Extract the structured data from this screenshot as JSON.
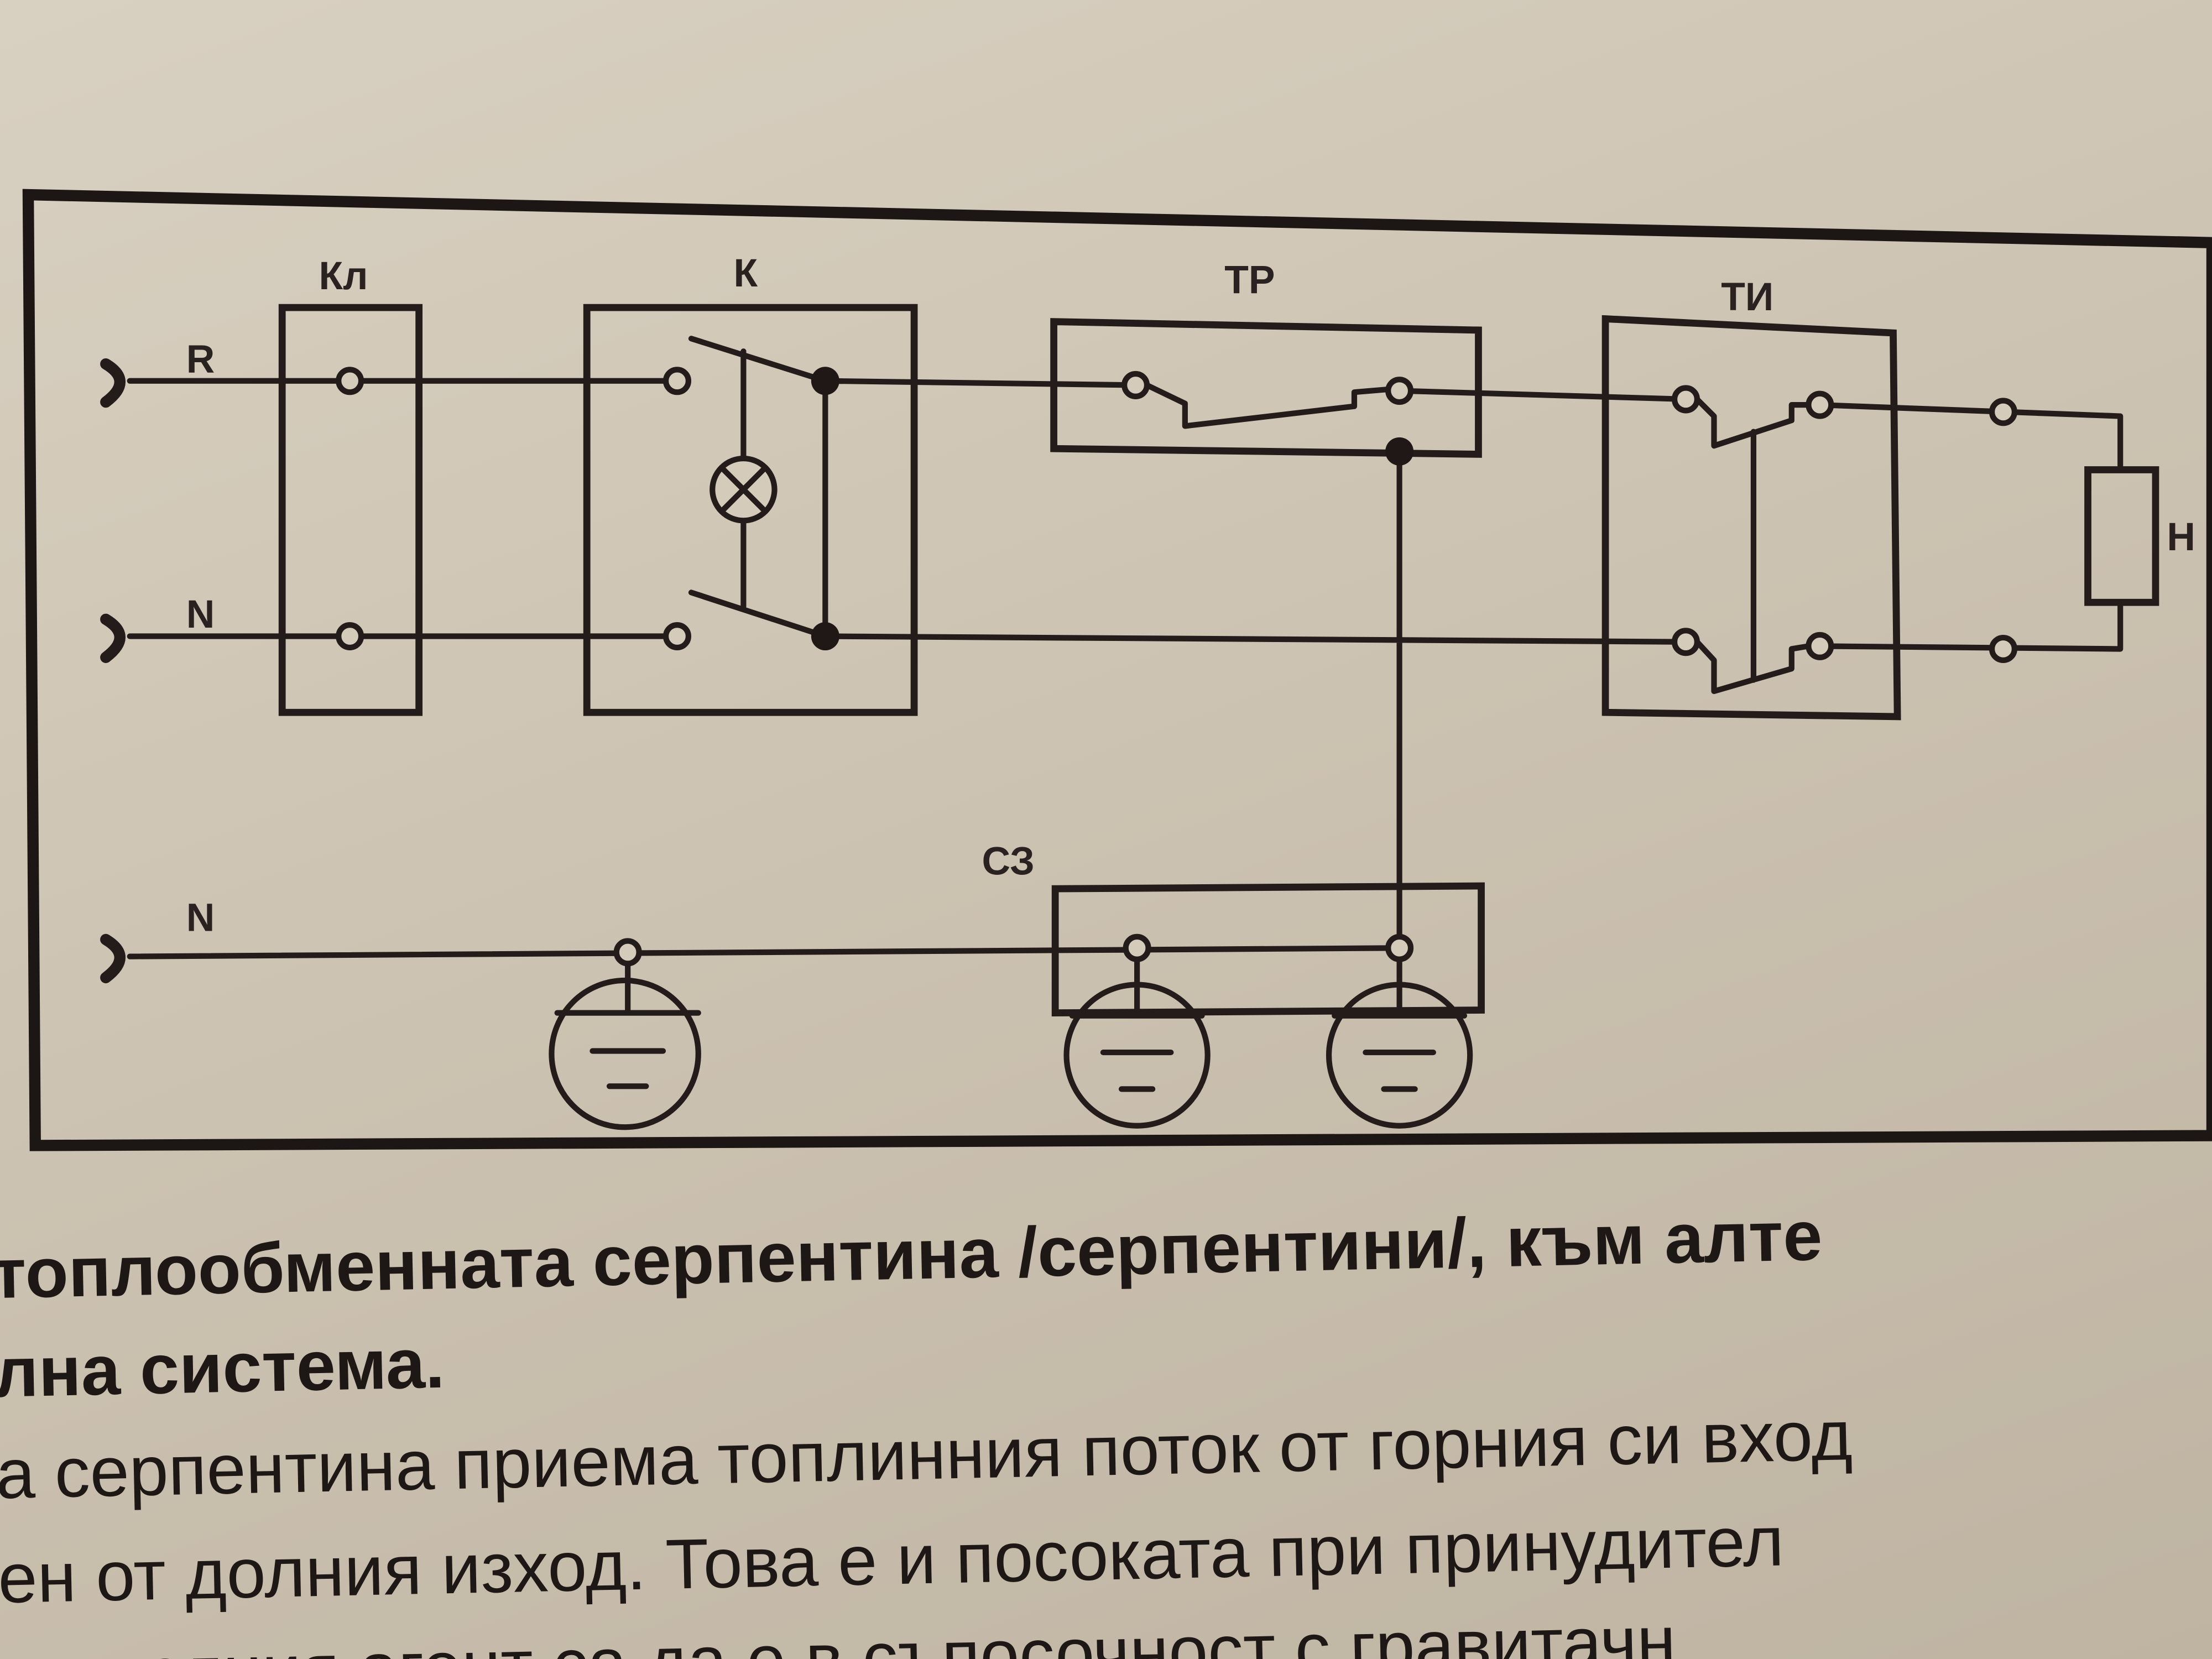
{
  "diagram": {
    "labels": {
      "switch_kl": "Кл",
      "switch_k": "К",
      "thermoregulator": "ТР",
      "thermo_limiter": "ТИ",
      "heater": "Н",
      "input_r": "R",
      "input_n": "N",
      "input_n2": "N",
      "protection": "СЗ"
    }
  },
  "text": {
    "heading_line1": "топлообменната  серпентина  /серпентини/, към алте",
    "heading_line2": "лна система.",
    "body_line1": "а серпентина приема  топлинния поток от горния си вход",
    "body_line2": "ен  от  долния  изход.  Това е и посоката при принудител",
    "body_line3": "удителния  агент  са  да  е  в  съпосочност  с  гравитачн"
  }
}
